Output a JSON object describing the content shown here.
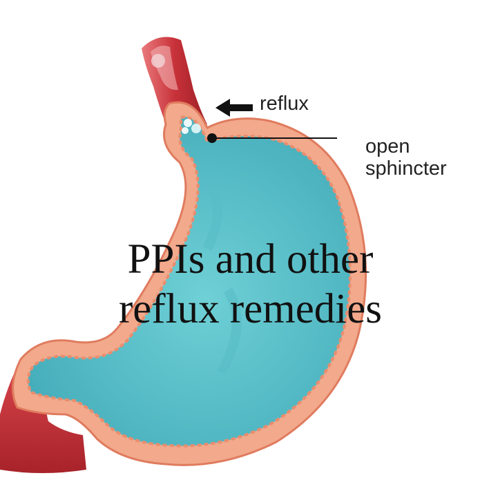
{
  "labels": {
    "reflux": "reflux",
    "open_sphincter_line1": "open",
    "open_sphincter_line2": "sphincter"
  },
  "headline": {
    "line1": "PPIs and other",
    "line2": "reflux remedies"
  },
  "colors": {
    "stomach_fill": "#5fc3cc",
    "stomach_wall": "#f2a98c",
    "esophagus": "#c8323a",
    "text": "#111111"
  }
}
